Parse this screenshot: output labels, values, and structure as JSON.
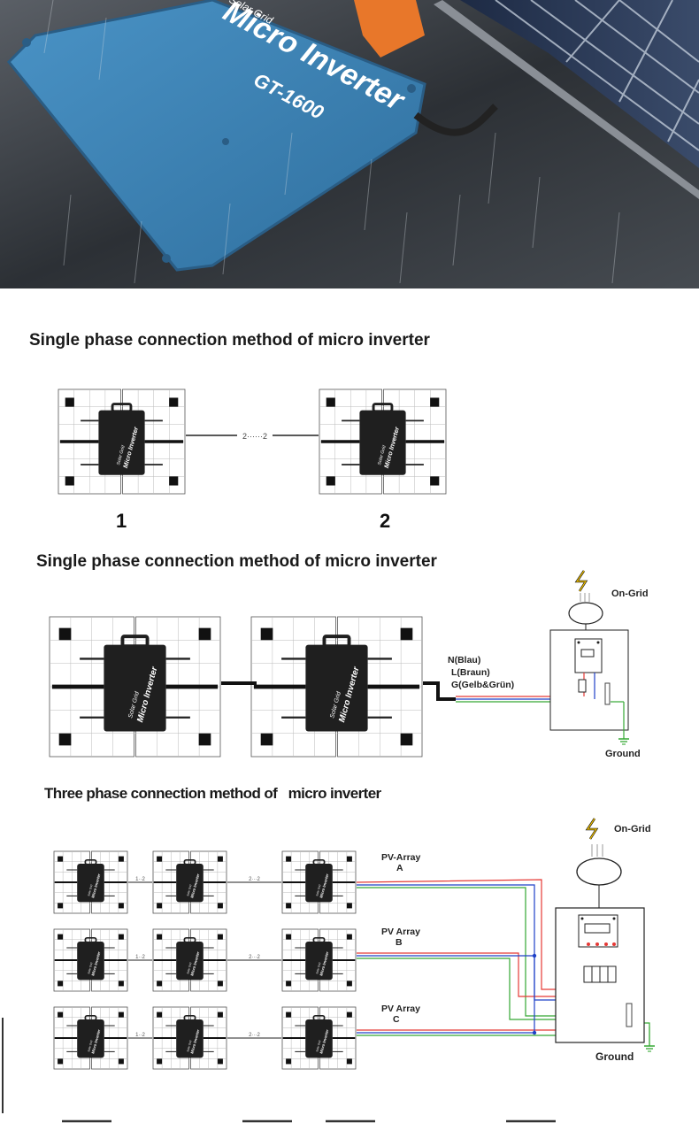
{
  "hero": {
    "brand_line": "Solar Grid",
    "product_name": "Micro Inverter",
    "model": "GT-1600"
  },
  "inverter_label": {
    "line1": "Solar Grid",
    "line2": "Micro Inverter"
  },
  "section1": {
    "title": "Single phase connection method of micro inverter",
    "link_label": "2······2",
    "units": [
      "1",
      "2"
    ]
  },
  "section2": {
    "title": "Single phase connection method of micro inverter",
    "wires": [
      "N(Blau)",
      "L(Braun)",
      "G(Gelb&Grün)"
    ],
    "grid_label": "On-Grid",
    "ground_label": "Ground"
  },
  "section3": {
    "title": "Three phase connection method of   micro inverter",
    "arrays": [
      {
        "line1": "PV-Array",
        "line2": "A"
      },
      {
        "line1": "PV Array",
        "line2": "B"
      },
      {
        "line1": "PV Array",
        "line2": "C"
      }
    ],
    "link_short": "1··2",
    "link_long": "2···2",
    "grid_label": "On-Grid",
    "ground_label": "Ground"
  },
  "colors": {
    "red": "#e53935",
    "blue": "#1e40c8",
    "green": "#34a833",
    "inverter": "#1f1f1f",
    "hero_panel": "#3f86b8"
  }
}
